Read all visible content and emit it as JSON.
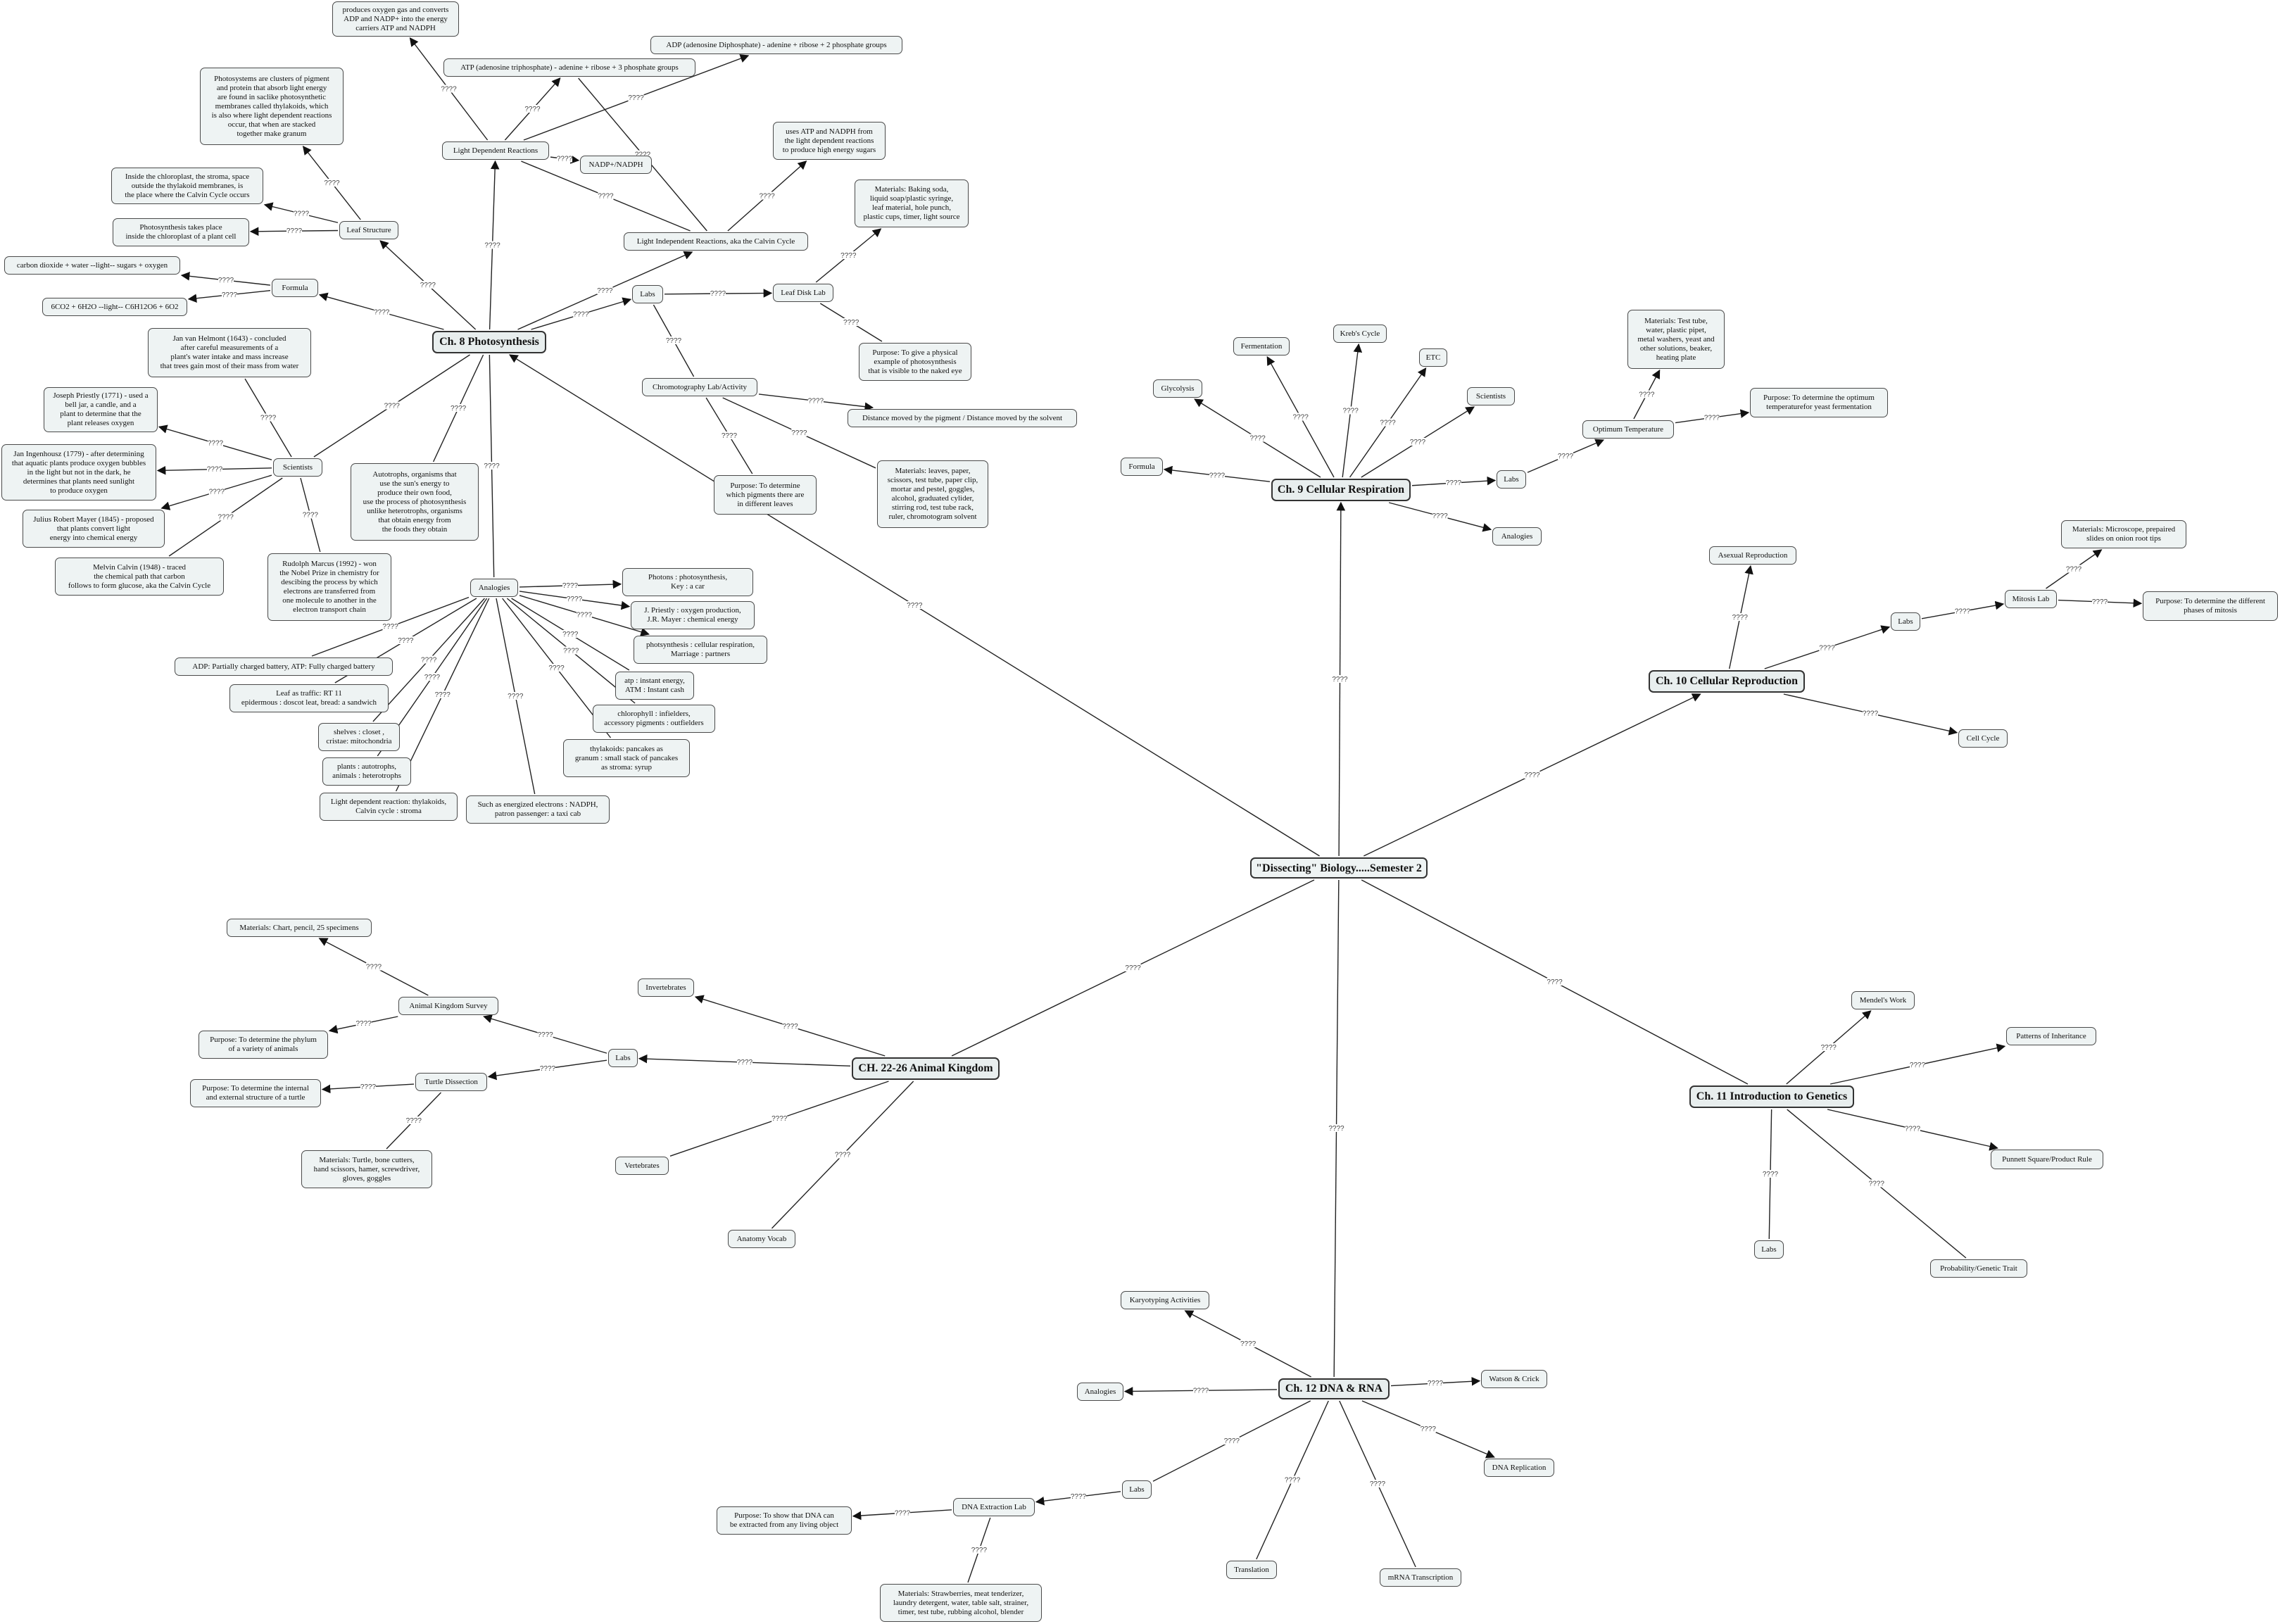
{
  "link_label": "????",
  "nodes": [
    {
      "id": "root",
      "text": "\"Dissecting\" Biology.....Semester 2"
    },
    {
      "id": "ch8",
      "text": "Ch. 8 Photosynthesis"
    },
    {
      "id": "ch9",
      "text": "Ch. 9 Cellular Respiration"
    },
    {
      "id": "ch10",
      "text": "Ch. 10 Cellular Reproduction"
    },
    {
      "id": "ch11",
      "text": "Ch. 11 Introduction to Genetics"
    },
    {
      "id": "ch12",
      "text": "Ch. 12 DNA & RNA"
    },
    {
      "id": "ch22",
      "text": "CH. 22-26 Animal Kingdom"
    },
    {
      "id": "p_produces",
      "text": "produces oxygen gas and converts\nADP and NADP+ into the energy\ncarriers ATP and NADPH"
    },
    {
      "id": "p_adp",
      "text": "ADP (adenosine Diphosphate) - adenine + ribose + 2 phosphate groups"
    },
    {
      "id": "p_atp",
      "text": "ATP (adenosine triphosphate) - adenine + ribose + 3 phosphate groups"
    },
    {
      "id": "p_photosystems",
      "text": "Photosystems are clusters of pigment\nand protein that absorb light energy\nare found in saclike photosynthetic\nmembranes called thylakoids, which\nis also where light dependent reactions\noccur, that when are stacked\ntogether make granum"
    },
    {
      "id": "p_ldr",
      "text": "Light Dependent Reactions"
    },
    {
      "id": "p_uses",
      "text": "uses ATP and NADPH from\nthe light dependent reactions\nto produce high energy sugars"
    },
    {
      "id": "p_nadp",
      "text": "NADP+/NADPH"
    },
    {
      "id": "p_stroma",
      "text": "Inside the chloroplast, the stroma, space\noutside the thylakoid membranes, is\nthe place where the Calvin Cycle occurs"
    },
    {
      "id": "p_leafdisk_mat",
      "text": "Materials:  Baking soda,\nliquid soap/plastic syringe,\nleaf material, hole punch,\nplastic cups, timer, light source"
    },
    {
      "id": "p_takesplace",
      "text": "Photosynthesis takes place\ninside the chloroplast of a plant cell"
    },
    {
      "id": "p_leaf",
      "text": "Leaf Structure"
    },
    {
      "id": "p_lir",
      "text": "Light Independent Reactions, aka the Calvin Cycle"
    },
    {
      "id": "p_formula_words",
      "text": "carbon dioxide + water --light-- sugars + oxygen"
    },
    {
      "id": "p_formula",
      "text": "Formula"
    },
    {
      "id": "p_leafdisk",
      "text": "Leaf Disk Lab"
    },
    {
      "id": "p_formula_chem",
      "text": "6CO2 + 6H2O --light-- C6H12O6 + 6O2"
    },
    {
      "id": "p_labs",
      "text": "Labs"
    },
    {
      "id": "p_vanhelmont",
      "text": "Jan van Helmont (1643) - concluded\nafter careful measurements of a\nplant's water intake and mass increase\nthat trees gain most of their mass from water"
    },
    {
      "id": "p_leafdisk_purpose",
      "text": "Purpose:  To give a physical\nexample of photosynthesis\nthat is visible to the naked eye"
    },
    {
      "id": "p_chromo",
      "text": "Chromotography Lab/Activity"
    },
    {
      "id": "p_priestly",
      "text": "Joseph Priestly (1771) - used a\nbell jar, a candle, and a\nplant to determine that the\nplant releases oxygen"
    },
    {
      "id": "p_distance",
      "text": "Distance moved by the pigment / Distance moved by the solvent"
    },
    {
      "id": "p_scientists",
      "text": "Scientists"
    },
    {
      "id": "p_ingenhousz",
      "text": "Jan Ingenhousz (1779) - after determining\nthat aquatic plants produce oxygen bubbles\nin the light but not in the dark, he\ndetermines that plants need sunlight\nto produce oxygen"
    },
    {
      "id": "p_autotrophs",
      "text": "Autotrophs, organisms that\nuse the sun's energy to\nproduce their own food,\nuse the process of photosynthesis\nunlike heterotrophs, organisms\nthat obtain energy from\nthe foods they obtain"
    },
    {
      "id": "p_chromo_purpose",
      "text": "Purpose:  To determine\nwhich pigments there are\nin different leaves"
    },
    {
      "id": "p_chromo_mat",
      "text": "Materials:  leaves, paper,\nscissors, test tube, paper clip,\nmortar and pestel, goggles,\nalcohol, graduated cylider,\nstirring rod, test tube rack,\nruler, chromotogram solvent"
    },
    {
      "id": "p_mayer",
      "text": "Julius Robert Mayer (1845) - proposed\nthat plants convert light\nenergy into chemical energy"
    },
    {
      "id": "p_calvin",
      "text": "Melvin Calvin (1948) - traced\nthe chemical path that carbon\nfollows to form glucose, aka the Calvin Cycle"
    },
    {
      "id": "p_marcus",
      "text": "Rudolph Marcus (1992) - won\nthe Nobel Prize in chemistry for\ndescibing the process by which\nelectrons are transferred from\none molecule to another in the\nelectron transport chain"
    },
    {
      "id": "p_analogies",
      "text": "Analogies"
    },
    {
      "id": "a_photons",
      "text": "Photons : photosynthesis,\nKey : a car"
    },
    {
      "id": "a_priestly",
      "text": "J. Priestly : oxygen production,\nJ.R. Mayer : chemical energy"
    },
    {
      "id": "a_partners",
      "text": "photsynthesis : cellular respiration,\nMarriage : partners"
    },
    {
      "id": "a_adp",
      "text": "ADP:  Partially charged battery, ATP:  Fully charged battery"
    },
    {
      "id": "a_atp",
      "text": "atp : instant energy,\nATM : Instant cash"
    },
    {
      "id": "a_leaf",
      "text": "Leaf as traffic: RT 11\nepidermous : doscot leat, bread: a sandwich"
    },
    {
      "id": "a_chlorophyll",
      "text": "chlorophyll : infielders,\naccessory pigments : outfielders"
    },
    {
      "id": "a_shelves",
      "text": "shelves : closet ,\ncristae: mitochondria"
    },
    {
      "id": "a_pancakes",
      "text": "thylakoids: pancakes as\ngranum : small stack of pancakes\nas stroma: syrup"
    },
    {
      "id": "a_plants",
      "text": "plants : autotrophs,\nanimals : heterotrophs"
    },
    {
      "id": "a_ldr",
      "text": "Light dependent reaction: thylakoids,\nCalvin cycle : stroma"
    },
    {
      "id": "a_electrons",
      "text": "Such as energized electrons : NADPH,\npatron passenger: a taxi cab"
    },
    {
      "id": "r_fermentation",
      "text": "Fermentation"
    },
    {
      "id": "r_krebs",
      "text": "Kreb's Cycle"
    },
    {
      "id": "r_etc",
      "text": "ETC"
    },
    {
      "id": "r_glycolysis",
      "text": "Glycolysis"
    },
    {
      "id": "r_scientists",
      "text": "Scientists"
    },
    {
      "id": "r_temp_mat",
      "text": "Materials:  Test tube,\nwater, plastic pipet,\nmetal washers, yeast and\nother solutions, beaker,\nheating plate"
    },
    {
      "id": "r_optimum",
      "text": "Optimum Temperature"
    },
    {
      "id": "r_temp_purpose",
      "text": "Purpose:  To determine the optimum\ntemperaturefor yeast fermentation"
    },
    {
      "id": "r_formula",
      "text": "Formula"
    },
    {
      "id": "r_labs",
      "text": "Labs"
    },
    {
      "id": "r_analogies",
      "text": "Analogies"
    },
    {
      "id": "c_asexual",
      "text": "Asexual Reproduction"
    },
    {
      "id": "c_mitosis_mat",
      "text": "Materials:  Microscope, prepaired\nslides on onion root tips"
    },
    {
      "id": "c_mitosis",
      "text": "Mitosis Lab"
    },
    {
      "id": "c_mitosis_purpose",
      "text": "Purpose:  To determine the different\nphases of mitosis"
    },
    {
      "id": "c_labs",
      "text": "Labs"
    },
    {
      "id": "c_cellcycle",
      "text": "Cell Cycle"
    },
    {
      "id": "g_mendel",
      "text": "Mendel's Work"
    },
    {
      "id": "g_patterns",
      "text": "Patterns of Inheritance"
    },
    {
      "id": "g_punnett",
      "text": "Punnett Square/Product Rule"
    },
    {
      "id": "g_labs",
      "text": "Labs"
    },
    {
      "id": "g_probability",
      "text": "Probability/Genetic Trait"
    },
    {
      "id": "d_karyo",
      "text": "Karyotyping Activities"
    },
    {
      "id": "d_analogies",
      "text": "Analogies"
    },
    {
      "id": "d_watson",
      "text": "Watson & Crick"
    },
    {
      "id": "d_replication",
      "text": "DNA Replication"
    },
    {
      "id": "d_labs",
      "text": "Labs"
    },
    {
      "id": "d_extraction",
      "text": "DNA Extraction Lab"
    },
    {
      "id": "d_purpose",
      "text": "Purpose:  To show that DNA can\nbe extracted from any living object"
    },
    {
      "id": "d_translation",
      "text": "Translation"
    },
    {
      "id": "d_mrna",
      "text": "mRNA Transcription"
    },
    {
      "id": "d_materials",
      "text": "Materials:  Strawberries, meat tenderizer,\nlaundry detergent, water, table salt, strainer,\ntimer, test tube, rubbing alcohol, blender"
    },
    {
      "id": "k_materials",
      "text": "Materials:  Chart, pencil, 25 specimens"
    },
    {
      "id": "k_survey",
      "text": "Animal Kingdom Survey"
    },
    {
      "id": "k_invertebrates",
      "text": "Invertebrates"
    },
    {
      "id": "k_survey_purpose",
      "text": "Purpose:  To determine the phylum\nof a variety of animals"
    },
    {
      "id": "k_labs",
      "text": "Labs"
    },
    {
      "id": "k_turtle",
      "text": "Turtle Dissection"
    },
    {
      "id": "k_turtle_purpose",
      "text": "Purpose: To determine the internal\nand external structure of a turtle"
    },
    {
      "id": "k_turtle_mat",
      "text": "Materials:  Turtle, bone cutters,\nhand scissors, hamer, screwdriver,\ngloves, goggles"
    },
    {
      "id": "k_vertebrates",
      "text": "Vertebrates"
    },
    {
      "id": "k_vocab",
      "text": "Anatomy Vocab"
    }
  ]
}
